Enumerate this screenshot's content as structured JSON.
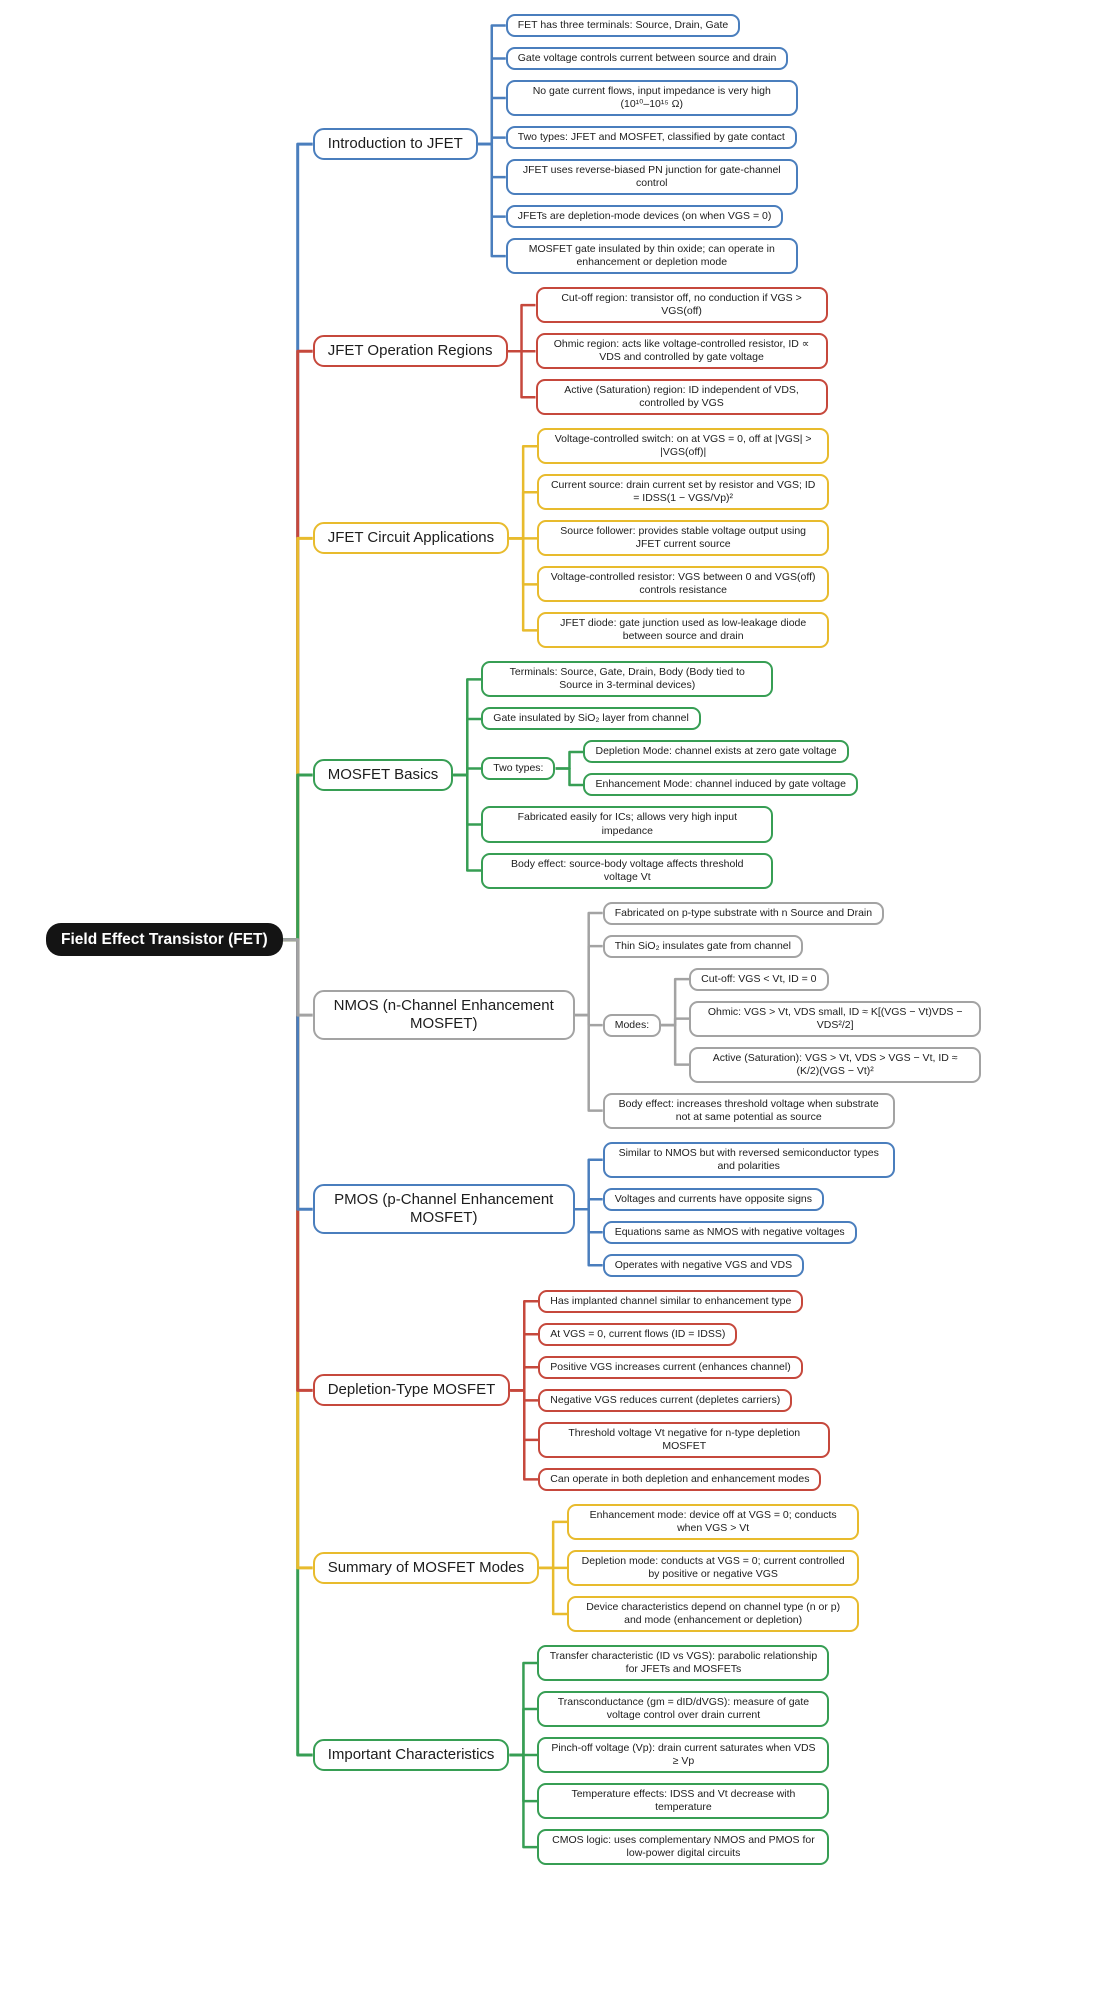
{
  "root": {
    "label": "Field Effect Transistor (FET)",
    "bg": "#141414",
    "text_color": "#ffffff"
  },
  "palette": {
    "blue": "#4a7ebd",
    "red": "#c6483c",
    "yellow": "#e8bb2d",
    "green": "#379e54",
    "gray": "#a3a3a3"
  },
  "branches": [
    {
      "label": "Introduction to JFET",
      "color": "#4a7ebd",
      "children": [
        {
          "text": "FET has three terminals: Source, Drain, Gate"
        },
        {
          "text": "Gate voltage controls current between source and drain"
        },
        {
          "text": "No gate current flows, input impedance is very high (10¹⁰–10¹⁵ Ω)"
        },
        {
          "text": "Two types: JFET and MOSFET, classified by gate contact"
        },
        {
          "text": "JFET uses reverse-biased PN junction for gate-channel control"
        },
        {
          "text": "JFETs are depletion-mode devices (on when VGS = 0)"
        },
        {
          "text": "MOSFET gate insulated by thin oxide; can operate in enhancement or depletion mode"
        }
      ]
    },
    {
      "label": "JFET Operation Regions",
      "color": "#c6483c",
      "children": [
        {
          "text": "Cut-off region: transistor off, no conduction if VGS > VGS(off)"
        },
        {
          "text": "Ohmic region: acts like voltage-controlled resistor, ID ∝ VDS and controlled by gate voltage"
        },
        {
          "text": "Active (Saturation) region: ID independent of VDS, controlled by VGS"
        }
      ]
    },
    {
      "label": "JFET Circuit Applications",
      "color": "#e8bb2d",
      "children": [
        {
          "text": "Voltage-controlled switch: on at VGS = 0, off at |VGS| > |VGS(off)|"
        },
        {
          "text": "Current source: drain current set by resistor and VGS; ID = IDSS(1 − VGS/Vp)²"
        },
        {
          "text": "Source follower: provides stable voltage output using JFET current source"
        },
        {
          "text": "Voltage-controlled resistor: VGS between 0 and VGS(off) controls resistance"
        },
        {
          "text": "JFET diode: gate junction used as low-leakage diode between source and drain"
        }
      ]
    },
    {
      "label": "MOSFET Basics",
      "color": "#379e54",
      "children": [
        {
          "text": "Terminals: Source, Gate, Drain, Body (Body tied to Source in 3-terminal devices)"
        },
        {
          "text": "Gate insulated by SiO₂ layer from channel"
        },
        {
          "text": "Two types:",
          "children": [
            {
              "text": "Depletion Mode: channel exists at zero gate voltage"
            },
            {
              "text": "Enhancement Mode: channel induced by gate voltage"
            }
          ]
        },
        {
          "text": "Fabricated easily for ICs; allows very high input impedance"
        },
        {
          "text": "Body effect: source-body voltage affects threshold voltage Vt"
        }
      ]
    },
    {
      "label": "NMOS (n-Channel Enhancement MOSFET)",
      "color": "#a3a3a3",
      "children": [
        {
          "text": "Fabricated on p-type substrate with n Source and Drain"
        },
        {
          "text": "Thin SiO₂ insulates gate from channel"
        },
        {
          "text": "Modes:",
          "children": [
            {
              "text": "Cut-off: VGS < Vt, ID = 0"
            },
            {
              "text": "Ohmic: VGS > Vt, VDS small, ID ≈ K[(VGS − Vt)VDS − VDS²/2]"
            },
            {
              "text": "Active (Saturation): VGS > Vt, VDS > VGS − Vt, ID ≈ (K/2)(VGS − Vt)²"
            }
          ]
        },
        {
          "text": "Body effect: increases threshold voltage when substrate not at same potential as source"
        }
      ]
    },
    {
      "label": "PMOS (p-Channel Enhancement MOSFET)",
      "color": "#4a7ebd",
      "children": [
        {
          "text": "Similar to NMOS but with reversed semiconductor types and polarities"
        },
        {
          "text": "Voltages and currents have opposite signs"
        },
        {
          "text": "Equations same as NMOS with negative voltages"
        },
        {
          "text": "Operates with negative VGS and VDS"
        }
      ]
    },
    {
      "label": "Depletion-Type MOSFET",
      "color": "#c6483c",
      "children": [
        {
          "text": "Has implanted channel similar to enhancement type"
        },
        {
          "text": "At VGS = 0, current flows (ID = IDSS)"
        },
        {
          "text": "Positive VGS increases current (enhances channel)"
        },
        {
          "text": "Negative VGS reduces current (depletes carriers)"
        },
        {
          "text": "Threshold voltage Vt negative for n-type depletion MOSFET"
        },
        {
          "text": "Can operate in both depletion and enhancement modes"
        }
      ]
    },
    {
      "label": "Summary of MOSFET Modes",
      "color": "#e8bb2d",
      "children": [
        {
          "text": "Enhancement mode: device off at VGS = 0; conducts when VGS > Vt"
        },
        {
          "text": "Depletion mode: conducts at VGS = 0; current controlled by positive or negative VGS"
        },
        {
          "text": "Device characteristics depend on channel type (n or p) and mode (enhancement or depletion)"
        }
      ]
    },
    {
      "label": "Important Characteristics",
      "color": "#379e54",
      "children": [
        {
          "text": "Transfer characteristic (ID vs VGS): parabolic relationship for JFETs and MOSFETs"
        },
        {
          "text": "Transconductance (gm = dID/dVGS): measure of gate voltage control over drain current"
        },
        {
          "text": "Pinch-off voltage (Vp): drain current saturates when VDS ≥ Vp"
        },
        {
          "text": "Temperature effects: IDSS and Vt decrease with temperature"
        },
        {
          "text": "CMOS logic: uses complementary NMOS and PMOS for low-power digital circuits"
        }
      ]
    }
  ]
}
